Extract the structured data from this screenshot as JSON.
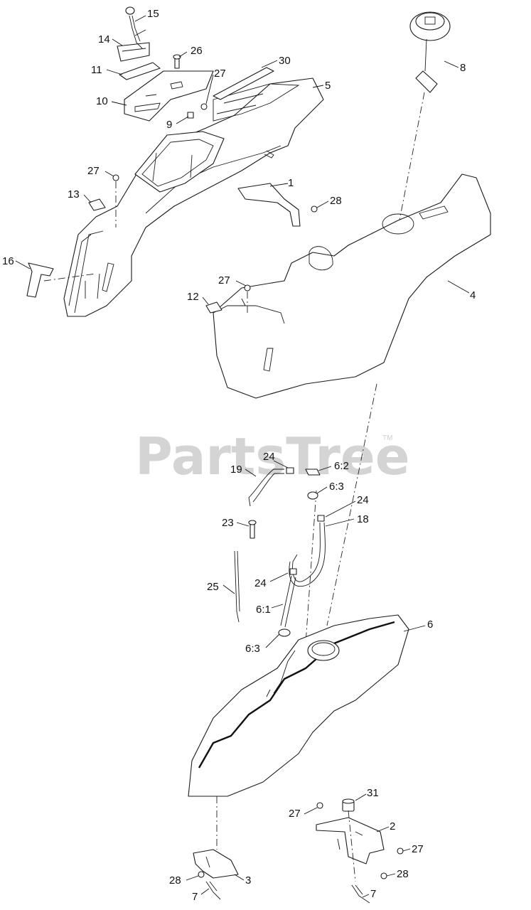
{
  "diagram": {
    "watermark": {
      "text": "PartsTree",
      "trademark": "TM"
    },
    "callouts": [
      {
        "id": "15",
        "label": "15"
      },
      {
        "id": "14",
        "label": "14"
      },
      {
        "id": "26",
        "label": "26"
      },
      {
        "id": "30",
        "label": "30"
      },
      {
        "id": "11",
        "label": "11"
      },
      {
        "id": "27a",
        "label": "27"
      },
      {
        "id": "5",
        "label": "5"
      },
      {
        "id": "10",
        "label": "10"
      },
      {
        "id": "9",
        "label": "9"
      },
      {
        "id": "8",
        "label": "8"
      },
      {
        "id": "27b",
        "label": "27"
      },
      {
        "id": "1",
        "label": "1"
      },
      {
        "id": "13",
        "label": "13"
      },
      {
        "id": "28a",
        "label": "28"
      },
      {
        "id": "16",
        "label": "16"
      },
      {
        "id": "27c",
        "label": "27"
      },
      {
        "id": "4",
        "label": "4"
      },
      {
        "id": "12",
        "label": "12"
      },
      {
        "id": "24a",
        "label": "24"
      },
      {
        "id": "19",
        "label": "19"
      },
      {
        "id": "62",
        "label": "6:2"
      },
      {
        "id": "63a",
        "label": "6:3"
      },
      {
        "id": "24b",
        "label": "24"
      },
      {
        "id": "23",
        "label": "23"
      },
      {
        "id": "18",
        "label": "18"
      },
      {
        "id": "25",
        "label": "25"
      },
      {
        "id": "24c",
        "label": "24"
      },
      {
        "id": "61",
        "label": "6:1"
      },
      {
        "id": "6",
        "label": "6"
      },
      {
        "id": "63b",
        "label": "6:3"
      },
      {
        "id": "31",
        "label": "31"
      },
      {
        "id": "27d",
        "label": "27"
      },
      {
        "id": "2",
        "label": "2"
      },
      {
        "id": "27e",
        "label": "27"
      },
      {
        "id": "28b",
        "label": "28"
      },
      {
        "id": "28c",
        "label": "28"
      },
      {
        "id": "3",
        "label": "3"
      },
      {
        "id": "7a",
        "label": "7"
      },
      {
        "id": "7b",
        "label": "7"
      }
    ]
  }
}
